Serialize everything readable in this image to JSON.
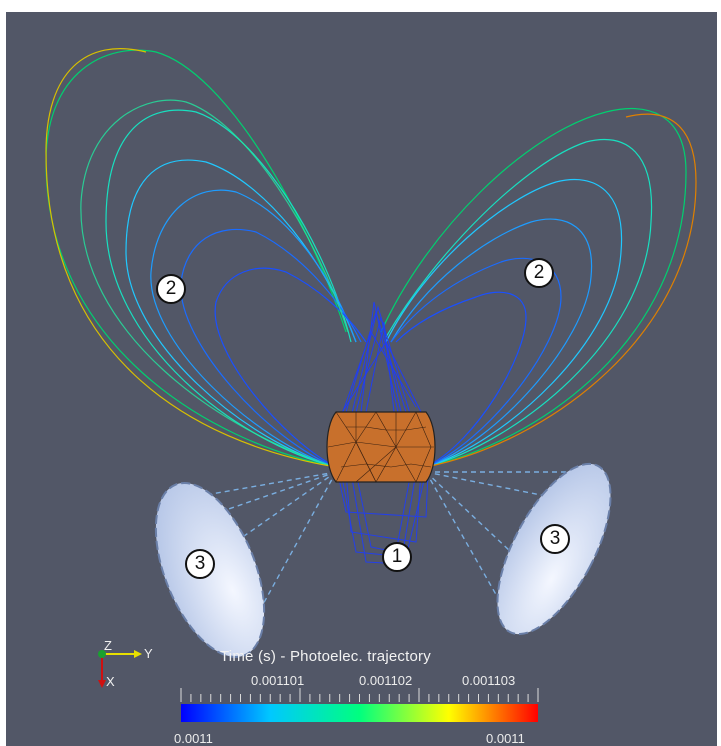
{
  "colorbar": {
    "title": "Time (s) - Photoelec. trajectory",
    "tick_labels": [
      "0.001101",
      "0.001102",
      "0.001103"
    ],
    "range_min": "0.0011",
    "range_max": "0.0011",
    "colors": [
      "#0000ff",
      "#00c8ff",
      "#00ff7f",
      "#ffff00",
      "#ff0000"
    ]
  },
  "orientation_axes": {
    "z": "Z",
    "y": "Y",
    "x": "X"
  },
  "markers": [
    {
      "label": "2"
    },
    {
      "label": "2"
    },
    {
      "label": "1"
    },
    {
      "label": "3"
    },
    {
      "label": "3"
    }
  ],
  "colors": {
    "background": "#525767",
    "sample": "#c8702c",
    "detector": "#e6eefb"
  }
}
